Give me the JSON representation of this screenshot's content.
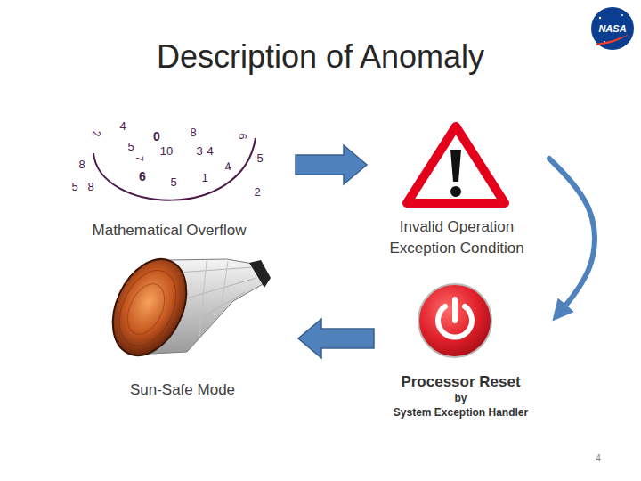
{
  "diagram": {
    "title": "Description of Anomaly",
    "nodes": [
      {
        "text": [
          "Mathematical Overflow"
        ]
      },
      {
        "text": [
          "Invalid Operation Exception Condition"
        ]
      },
      {
        "text": [
          "Sun-Safe Mode"
        ]
      },
      {
        "text": [
          "Processor Reset",
          "by",
          "System Exception Handler"
        ]
      }
    ],
    "edges": [
      {
        "from": 0,
        "to": 1,
        "arrow": "to"
      },
      {
        "from": 1,
        "to": 3,
        "arrow": "to"
      },
      {
        "from": 3,
        "to": 2,
        "arrow": "to"
      }
    ],
    "labels": [
      "2",
      "4",
      "0",
      "8",
      "6",
      "5",
      "10",
      "3",
      "4",
      "7",
      "8",
      "5",
      "6",
      "5",
      "1",
      "4",
      "5",
      "8",
      "2",
      "NASA",
      "4"
    ]
  }
}
